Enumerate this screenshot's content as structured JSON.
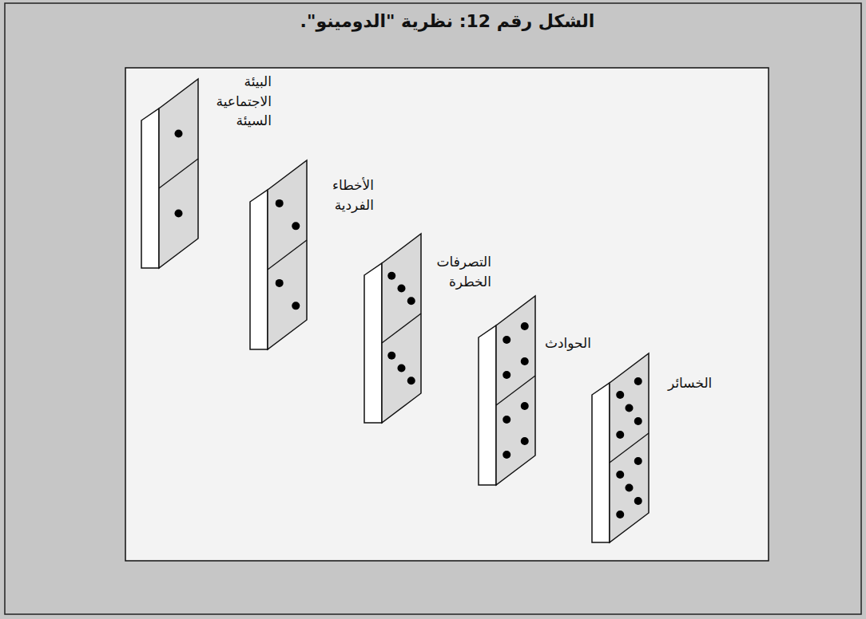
{
  "diagram": {
    "title": "الشكل رقم 12: نظرية \"الدومينو\".",
    "nodes": [
      {
        "text": [
          "البيئة الاجتماعية السيئة"
        ]
      },
      {
        "text": [
          "الأخطاء الفردية"
        ]
      },
      {
        "text": [
          "التصرفات الخطرة"
        ]
      },
      {
        "text": [
          "الحوادث"
        ]
      },
      {
        "text": [
          "الخسائر"
        ]
      }
    ]
  }
}
